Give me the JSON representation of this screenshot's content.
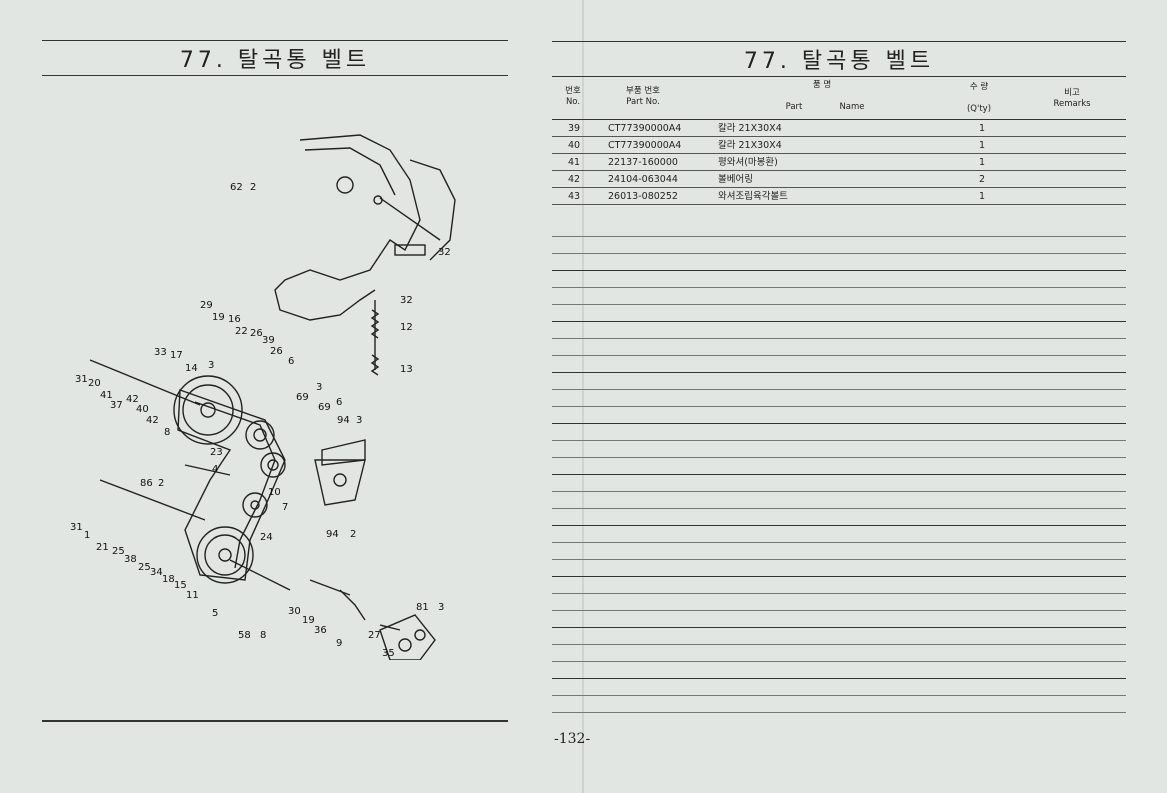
{
  "left_page": {
    "title": "77. 탈곡통 벨트",
    "callouts": [
      "62",
      "2",
      "32",
      "32",
      "12",
      "13",
      "29",
      "19",
      "16",
      "22",
      "26",
      "39",
      "26",
      "6",
      "33",
      "17",
      "14",
      "3",
      "31",
      "20",
      "41",
      "37",
      "42",
      "40",
      "42",
      "69",
      "3",
      "69",
      "6",
      "94",
      "3",
      "8",
      "23",
      "4",
      "86",
      "2",
      "10",
      "7",
      "94",
      "2",
      "31",
      "1",
      "21",
      "25",
      "38",
      "25",
      "34",
      "18",
      "15",
      "24",
      "11",
      "5",
      "30",
      "19",
      "36",
      "58",
      "8",
      "9",
      "81",
      "3",
      "27",
      "35"
    ]
  },
  "right_page": {
    "title": "77. 탈곡통 벨트",
    "headers": {
      "no_ko": "번호",
      "no_en": "No.",
      "part_ko": "부품 번호",
      "part_en": "Part   No.",
      "name_ko": "품          명",
      "name_en_part": "Part",
      "name_en_name": "Name",
      "qty_ko": "수   량",
      "qty_en": "(Q'ty)",
      "remarks_ko": "비고",
      "remarks_en": "Remarks"
    },
    "rows": [
      {
        "no": "39",
        "part": "CT77390000A4",
        "name": "칼라 21X30X4",
        "qty": "1"
      },
      {
        "no": "40",
        "part": "CT77390000A4",
        "name": "칼라 21X30X4",
        "qty": "1"
      },
      {
        "no": "41",
        "part": "22137-160000",
        "name": "평와셔(마봉환)",
        "qty": "1"
      },
      {
        "no": "42",
        "part": "24104-063044",
        "name": "볼베어링",
        "qty": "2"
      },
      {
        "no": "43",
        "part": "26013-080252",
        "name": "와셔조립육각볼트",
        "qty": "1"
      }
    ],
    "page_number": "-132-"
  }
}
